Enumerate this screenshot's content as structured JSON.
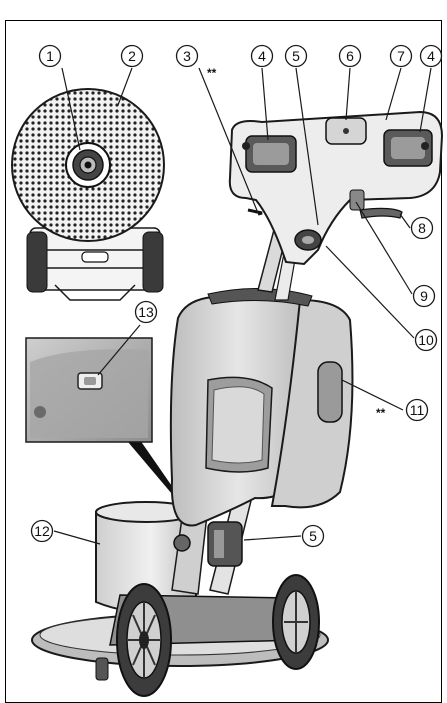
{
  "diagram": {
    "callouts": [
      {
        "label": "1"
      },
      {
        "label": "2"
      },
      {
        "label": "3"
      },
      {
        "label": "4"
      },
      {
        "label": "5"
      },
      {
        "label": "6"
      },
      {
        "label": "7"
      },
      {
        "label": "4"
      },
      {
        "label": "8"
      },
      {
        "label": "9"
      },
      {
        "label": "10"
      },
      {
        "label": "11"
      },
      {
        "label": "12"
      },
      {
        "label": "13"
      },
      {
        "label": "5"
      }
    ],
    "markers": [
      {
        "text": "**"
      },
      {
        "text": "**"
      }
    ],
    "colors": {
      "line": "#1a1a1a",
      "body_fill": "#d9d9d9",
      "body_dark": "#7a7a7a",
      "inset_bg": "#b8b8b8"
    }
  }
}
